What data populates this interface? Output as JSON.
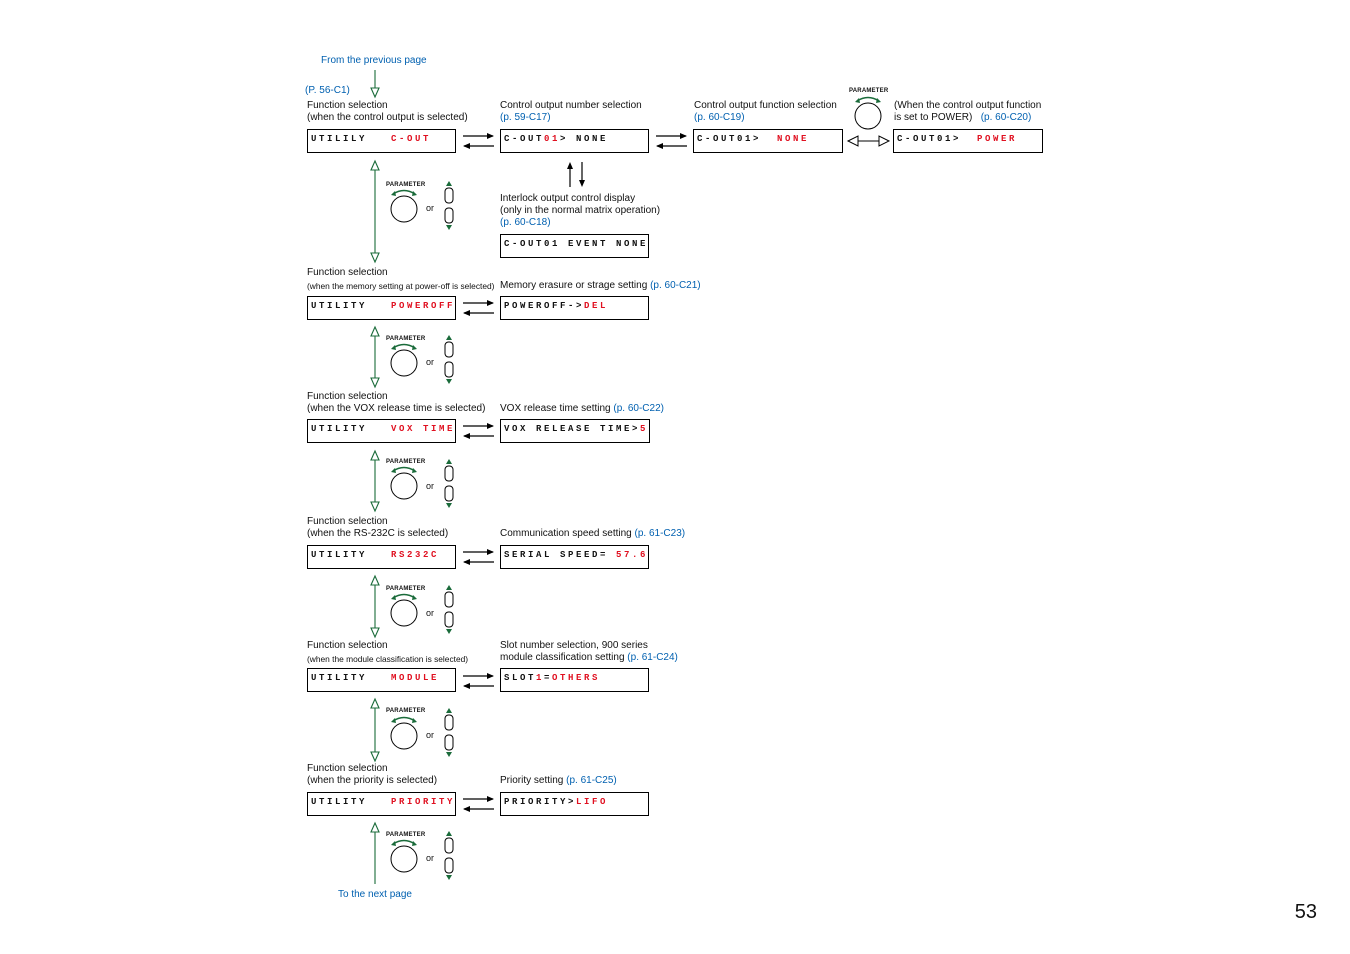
{
  "page_number": "53",
  "flow": {
    "from_previous": "From the previous page",
    "from_ref": "(P. 56-C1)",
    "to_next": "To the next page"
  },
  "parameter_label": "PARAMETER",
  "or_label": "or",
  "rows": [
    {
      "func_title": "Function selection",
      "func_desc": "(when the control output is selected)",
      "func_lcd": {
        "a": "UTILILY   ",
        "b": "C-OUT"
      },
      "targets": [
        {
          "title": "Control output number selection",
          "ref": "(p. 59-C17)",
          "lcd": {
            "a": "C-OUT",
            "b": "01",
            "c": "> NONE"
          }
        },
        {
          "title": "Control output function selection",
          "ref": "(p. 60-C19)",
          "lcd": {
            "a": "C-OUT01>  ",
            "b": "NONE"
          }
        },
        {
          "title": "(When the control output function",
          "title2": " is set to POWER)",
          "ref": "(p. 60-C20)",
          "lcd": {
            "a": "C-OUT01>  ",
            "b": "POWER"
          }
        }
      ],
      "interlock": {
        "line1": "Interlock output control display",
        "line2": "(only in the normal matrix operation)",
        "ref": "(p. 60-C18)",
        "lcd": "C-OUT01 EVENT NONE"
      }
    },
    {
      "func_title": "Function selection",
      "func_desc": "(when the memory setting at power-off is selected)",
      "func_lcd": {
        "a": "UTILITY   ",
        "b": "POWEROFF"
      },
      "target_title": "Memory erasure or strage setting",
      "target_ref": "(p. 60-C21)",
      "target_lcd": {
        "a": "POWEROFF->",
        "b": "DEL"
      }
    },
    {
      "func_title": "Function selection",
      "func_desc": "(when the VOX release time is selected)",
      "func_lcd": {
        "a": "UTILITY   ",
        "b": "VOX TIME"
      },
      "target_title": "VOX release time setting",
      "target_ref": "(p. 60-C22)",
      "target_lcd": {
        "a": "VOX RELEASE TIME>",
        "b": "5"
      }
    },
    {
      "func_title": "Function selection",
      "func_desc": "(when the RS-232C is selected)",
      "func_lcd": {
        "a": "UTILITY   ",
        "b": "RS232C"
      },
      "target_title": "Communication speed setting",
      "target_ref": "(p. 61-C23)",
      "target_lcd": {
        "a": "SERIAL SPEED= ",
        "b": "57.6"
      }
    },
    {
      "func_title": "Function selection",
      "func_desc": "(when the module classification is selected)",
      "func_lcd": {
        "a": "UTILITY   ",
        "b": "MODULE"
      },
      "target_title": "Slot number selection, 900 series",
      "target_title2": "module classification setting",
      "target_ref": "(p. 61-C24)",
      "target_lcd": {
        "a": "SLOT",
        "b": "1",
        "c": "=",
        "d": "OTHERS"
      }
    },
    {
      "func_title": "Function selection",
      "func_desc": "(when the priority is selected)",
      "func_lcd": {
        "a": "UTILITY   ",
        "b": "PRIORITY"
      },
      "target_title": "Priority setting",
      "target_ref": "(p. 61-C25)",
      "target_lcd": {
        "a": "PRIORITY>",
        "b": "LIFO"
      }
    }
  ],
  "colors": {
    "flow_line": "#1a6b3a",
    "highlight": "#e01020",
    "reference": "#0060b0"
  },
  "icons": [
    "parameter-knob-icon",
    "up-key-icon",
    "down-key-icon",
    "double-arrow-icon"
  ]
}
